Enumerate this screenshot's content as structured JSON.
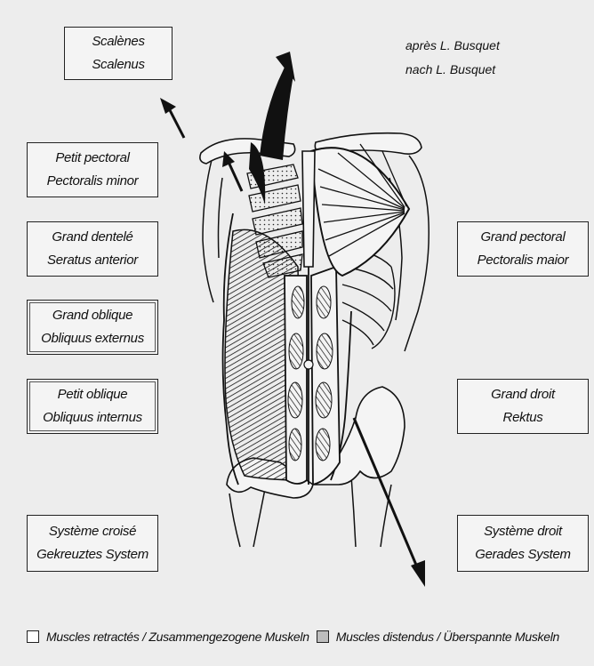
{
  "credit": {
    "line1": "après L. Busquet",
    "line2": "nach L. Busquet"
  },
  "labels": {
    "scalenes": {
      "fr": "Scalènes",
      "de": "Scalenus"
    },
    "petit_pectoral": {
      "fr": "Petit pectoral",
      "de": "Pectoralis minor"
    },
    "grand_dentele": {
      "fr": "Grand dentelé",
      "de": "Seratus anterior"
    },
    "grand_oblique": {
      "fr": "Grand oblique",
      "de": "Obliquus externus"
    },
    "petit_oblique": {
      "fr": "Petit oblique",
      "de": "Obliquus internus"
    },
    "systeme_croise": {
      "fr": "Système croisé",
      "de": "Gekreuztes System"
    },
    "grand_pectoral": {
      "fr": "Grand pectoral",
      "de": "Pectoralis maior"
    },
    "grand_droit": {
      "fr": "Grand droit",
      "de": "Rektus"
    },
    "systeme_droit": {
      "fr": "Système droit",
      "de": "Gerades System"
    }
  },
  "legend": {
    "retracted": "Muscles retractés / Zusammengezogene Muskeln",
    "distended": "Muscles distendus / Überspannte Muskeln",
    "retracted_color": "#ffffff",
    "distended_color": "#bdbdbd"
  }
}
